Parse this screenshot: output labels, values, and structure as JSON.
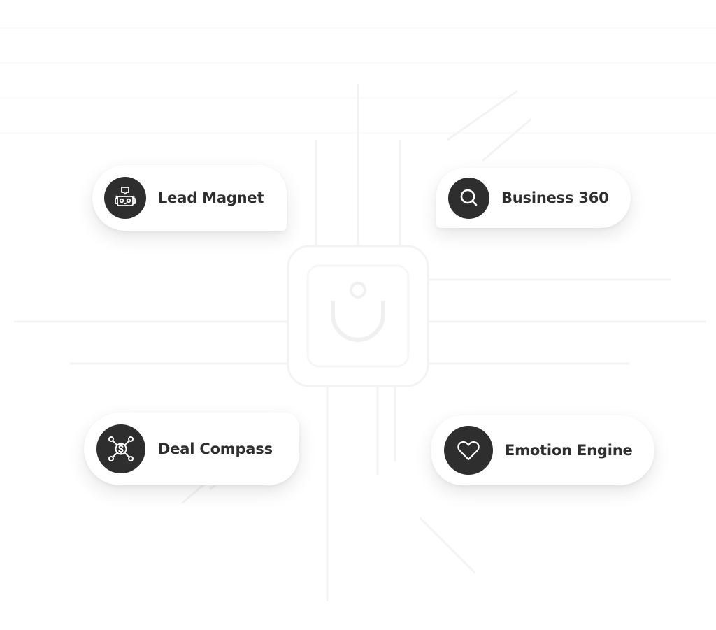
{
  "background": {
    "color": "#ffffff",
    "pattern": "faint-circuit-chip",
    "pattern_color": "#f2f2f2"
  },
  "theme": {
    "pill_bg": "#ffffff",
    "icon_bg": "#2e2e2e",
    "icon_fg": "#ffffff",
    "text_color": "#2e2e2e"
  },
  "features": [
    {
      "id": "lead-magnet",
      "label": "Lead Magnet",
      "icon": "robot-chat-icon"
    },
    {
      "id": "business-360",
      "label": "Business 360",
      "icon": "search-icon"
    },
    {
      "id": "deal-compass",
      "label": "Deal Compass",
      "icon": "dollar-network-icon"
    },
    {
      "id": "emotion-engine",
      "label": "Emotion Engine",
      "icon": "heart-icon"
    }
  ]
}
